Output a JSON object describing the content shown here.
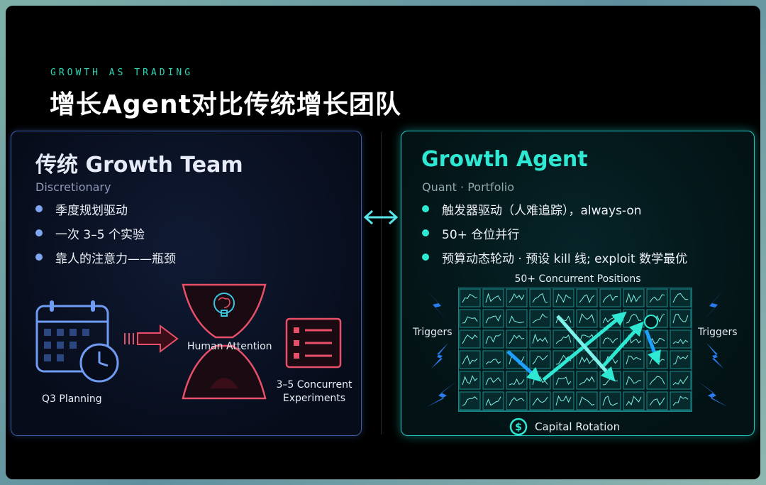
{
  "kicker": "GROWTH AS TRADING",
  "title": "增长Agent对比传统增长团队",
  "left_panel": {
    "title": "传统 Growth Team",
    "subtitle": "Discretionary",
    "bullets": [
      "季度规划驱动",
      "一次 3–5 个实验",
      "靠人的注意力——瓶颈"
    ],
    "diagram": {
      "planning_label": "Q3 Planning",
      "attention_label": "Human Attention",
      "experiments_label_line1": "3–5 Concurrent",
      "experiments_label_line2": "Experiments"
    }
  },
  "right_panel": {
    "title": "Growth Agent",
    "subtitle": "Quant · Portfolio",
    "bullets": [
      "触发器驱动（人难追踪），always-on",
      "50+ 仓位并行",
      "预算动态轮动 · 预设 kill 线; exploit 数学最优"
    ],
    "diagram": {
      "grid_title": "50+ Concurrent Positions",
      "triggers_left": "Triggers",
      "triggers_right": "Triggers",
      "capital_label": "Capital Rotation",
      "dollar_symbol": "$"
    }
  },
  "colors": {
    "accent_teal": "#2ee8d3",
    "accent_blue": "#7fa6f0",
    "attention_red": "#e8506a"
  }
}
